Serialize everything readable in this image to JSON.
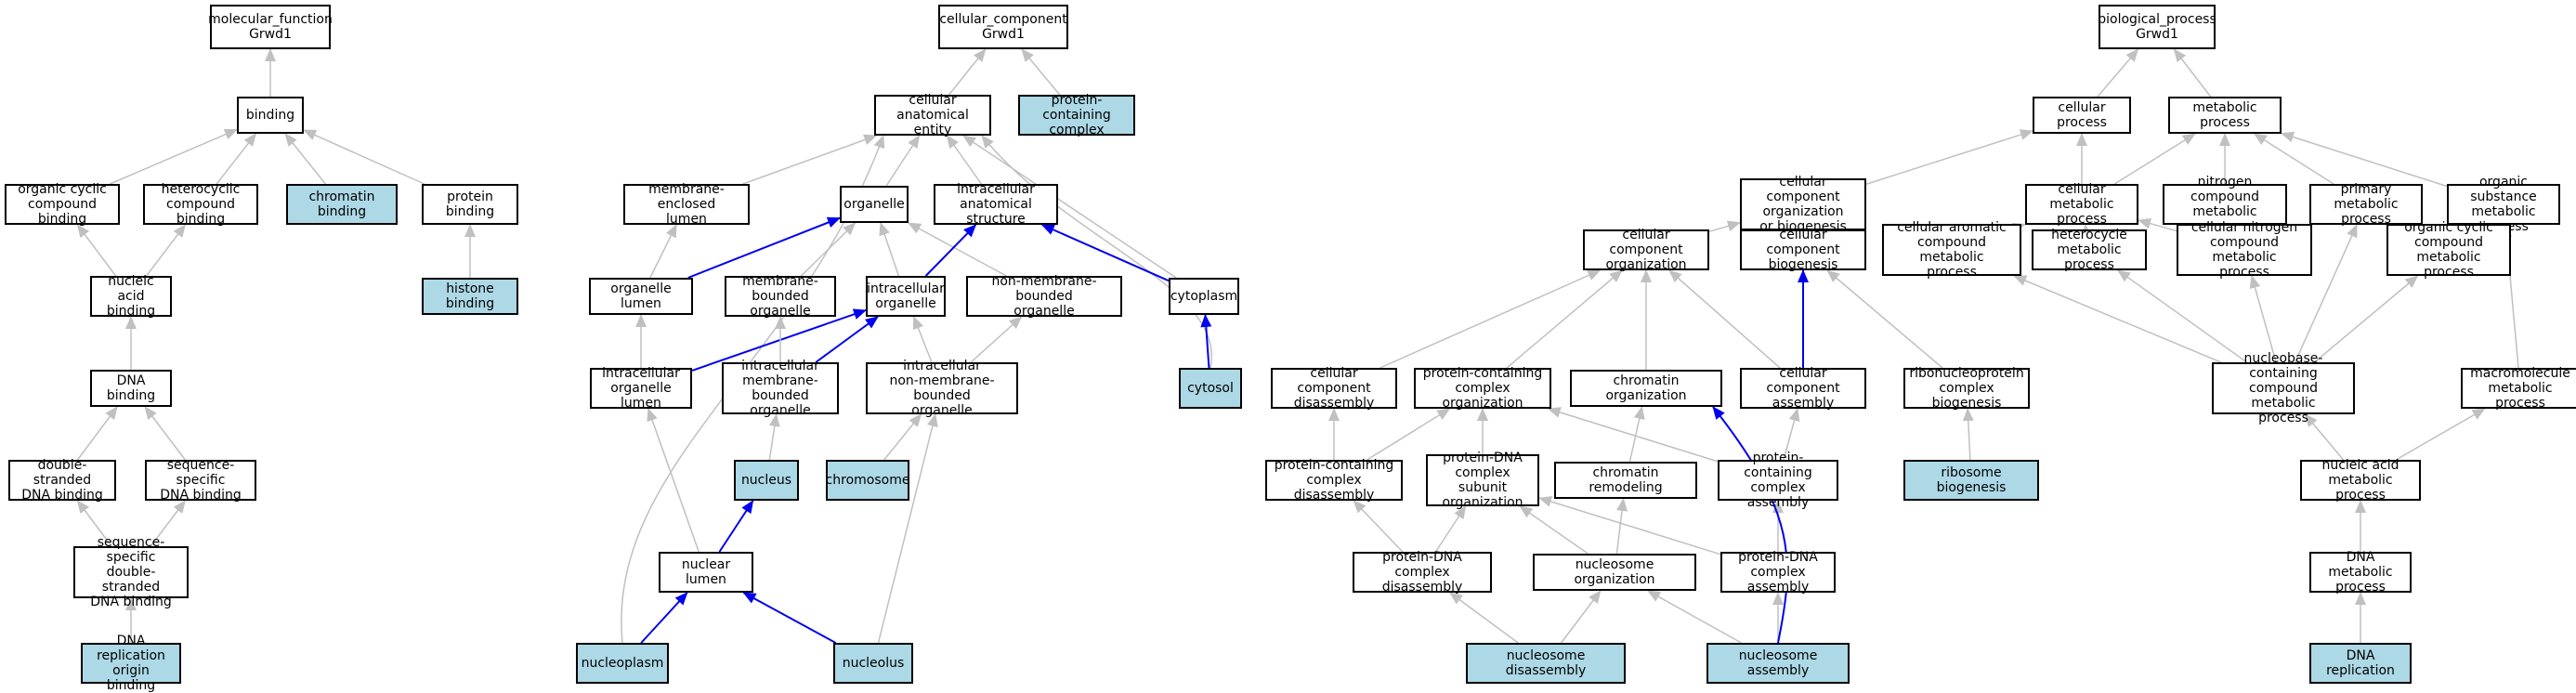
{
  "colors": {
    "node_fill": "#ffffff",
    "highlight_fill": "#add8e6",
    "node_border": "#000000",
    "edge_gray": "#c0c0c0",
    "edge_blue": "#0000ee"
  },
  "nodes": [
    {
      "id": "mf_root",
      "label": "molecular_function\nGrwd1",
      "highlight": false
    },
    {
      "id": "binding",
      "label": "binding",
      "highlight": false
    },
    {
      "id": "org_cyclic_binding",
      "label": "organic cyclic\ncompound binding",
      "highlight": false
    },
    {
      "id": "hetero_binding",
      "label": "heterocyclic\ncompound binding",
      "highlight": false
    },
    {
      "id": "chromatin_binding",
      "label": "chromatin binding",
      "highlight": true
    },
    {
      "id": "protein_binding",
      "label": "protein binding",
      "highlight": false
    },
    {
      "id": "histone_binding",
      "label": "histone binding",
      "highlight": true
    },
    {
      "id": "nucleic_acid_binding",
      "label": "nucleic acid\nbinding",
      "highlight": false
    },
    {
      "id": "dna_binding",
      "label": "DNA binding",
      "highlight": false
    },
    {
      "id": "ds_dna_binding",
      "label": "double-stranded\nDNA binding",
      "highlight": false
    },
    {
      "id": "seq_dna_binding",
      "label": "sequence-specific\nDNA binding",
      "highlight": false
    },
    {
      "id": "seq_ds_dna_binding",
      "label": "sequence-specific\ndouble-stranded\nDNA binding",
      "highlight": false
    },
    {
      "id": "dna_rep_origin_binding",
      "label": "DNA replication\norigin binding",
      "highlight": true
    },
    {
      "id": "cc_root",
      "label": "cellular_component\nGrwd1",
      "highlight": false
    },
    {
      "id": "cell_anat",
      "label": "cellular anatomical\nentity",
      "highlight": false
    },
    {
      "id": "protein_complex",
      "label": "protein-containing\ncomplex",
      "highlight": true
    },
    {
      "id": "membrane_lumen",
      "label": "membrane-enclosed\nlumen",
      "highlight": false
    },
    {
      "id": "organelle",
      "label": "organelle",
      "highlight": false
    },
    {
      "id": "intra_anat",
      "label": "intracellular\nanatomical structure",
      "highlight": false
    },
    {
      "id": "organelle_lumen",
      "label": "organelle lumen",
      "highlight": false
    },
    {
      "id": "membrane_bounded",
      "label": "membrane-bounded\norganelle",
      "highlight": false
    },
    {
      "id": "intra_organelle",
      "label": "intracellular\norganelle",
      "highlight": false
    },
    {
      "id": "non_membrane",
      "label": "non-membrane-bounded\norganelle",
      "highlight": false
    },
    {
      "id": "cytoplasm",
      "label": "cytoplasm",
      "highlight": false
    },
    {
      "id": "intra_organelle_lumen",
      "label": "intracellular\norganelle lumen",
      "highlight": false
    },
    {
      "id": "intra_membrane",
      "label": "intracellular\nmembrane-bounded\norganelle",
      "highlight": false
    },
    {
      "id": "intra_non_membrane",
      "label": "intracellular\nnon-membrane-bounded\norganelle",
      "highlight": false
    },
    {
      "id": "cytosol",
      "label": "cytosol",
      "highlight": true
    },
    {
      "id": "nucleus",
      "label": "nucleus",
      "highlight": true
    },
    {
      "id": "chromosome",
      "label": "chromosome",
      "highlight": true
    },
    {
      "id": "nuclear_lumen",
      "label": "nuclear lumen",
      "highlight": false
    },
    {
      "id": "nucleoplasm",
      "label": "nucleoplasm",
      "highlight": true
    },
    {
      "id": "nucleolus",
      "label": "nucleolus",
      "highlight": true
    },
    {
      "id": "bp_root",
      "label": "biological_process\nGrwd1",
      "highlight": false
    },
    {
      "id": "cellular_process",
      "label": "cellular process",
      "highlight": false
    },
    {
      "id": "metabolic_process",
      "label": "metabolic process",
      "highlight": false
    },
    {
      "id": "cc_org_biogenesis",
      "label": "cellular component\norganization\nor biogenesis",
      "highlight": false
    },
    {
      "id": "cell_metabolic",
      "label": "cellular metabolic\nprocess",
      "highlight": false
    },
    {
      "id": "nitrogen_metabolic",
      "label": "nitrogen compound\nmetabolic process",
      "highlight": false
    },
    {
      "id": "primary_metabolic",
      "label": "primary metabolic\nprocess",
      "highlight": false
    },
    {
      "id": "organic_subst_metabolic",
      "label": "organic substance\nmetabolic process",
      "highlight": false
    },
    {
      "id": "cc_organization",
      "label": "cellular component\norganization",
      "highlight": false
    },
    {
      "id": "cc_biogenesis",
      "label": "cellular component\nbiogenesis",
      "highlight": false
    },
    {
      "id": "cell_aromatic",
      "label": "cellular aromatic\ncompound metabolic\nprocess",
      "highlight": false
    },
    {
      "id": "heterocycle_metabolic",
      "label": "heterocycle\nmetabolic process",
      "highlight": false
    },
    {
      "id": "cell_nitrogen",
      "label": "cellular nitrogen\ncompound metabolic\nprocess",
      "highlight": false
    },
    {
      "id": "organic_cyclic_metabolic",
      "label": "organic cyclic\ncompound metabolic\nprocess",
      "highlight": false
    },
    {
      "id": "cc_disassembly",
      "label": "cellular component\ndisassembly",
      "highlight": false
    },
    {
      "id": "pc_organization",
      "label": "protein-containing\ncomplex organization",
      "highlight": false
    },
    {
      "id": "chromatin_org",
      "label": "chromatin organization",
      "highlight": false
    },
    {
      "id": "cc_assembly",
      "label": "cellular component\nassembly",
      "highlight": false
    },
    {
      "id": "ribonucleoprotein",
      "label": "ribonucleoprotein\ncomplex biogenesis",
      "highlight": false
    },
    {
      "id": "nucleobase",
      "label": "nucleobase-containing\ncompound metabolic\nprocess",
      "highlight": false
    },
    {
      "id": "macromolecule",
      "label": "macromolecule\nmetabolic process",
      "highlight": false
    },
    {
      "id": "pc_disassembly",
      "label": "protein-containing\ncomplex disassembly",
      "highlight": false
    },
    {
      "id": "pdna_subunit",
      "label": "protein-DNA\ncomplex subunit\norganization",
      "highlight": false
    },
    {
      "id": "chromatin_remodeling",
      "label": "chromatin remodeling",
      "highlight": false
    },
    {
      "id": "pc_assembly",
      "label": "protein-containing\ncomplex assembly",
      "highlight": false
    },
    {
      "id": "ribosome_biogenesis",
      "label": "ribosome biogenesis",
      "highlight": true
    },
    {
      "id": "nucleic_acid_metabolic",
      "label": "nucleic acid\nmetabolic process",
      "highlight": false
    },
    {
      "id": "pdna_disassembly",
      "label": "protein-DNA\ncomplex disassembly",
      "highlight": false
    },
    {
      "id": "nucleosome_org",
      "label": "nucleosome organization",
      "highlight": false
    },
    {
      "id": "pdna_assembly",
      "label": "protein-DNA\ncomplex assembly",
      "highlight": false
    },
    {
      "id": "dna_metabolic",
      "label": "DNA metabolic\nprocess",
      "highlight": false
    },
    {
      "id": "nucleosome_disassembly",
      "label": "nucleosome disassembly",
      "highlight": true
    },
    {
      "id": "nucleosome_assembly",
      "label": "nucleosome assembly",
      "highlight": true
    },
    {
      "id": "dna_replication",
      "label": "DNA replication",
      "highlight": true
    }
  ],
  "edges": [
    {
      "from": "binding",
      "to": "mf_root",
      "color": "gray"
    },
    {
      "from": "org_cyclic_binding",
      "to": "binding",
      "color": "gray"
    },
    {
      "from": "hetero_binding",
      "to": "binding",
      "color": "gray"
    },
    {
      "from": "chromatin_binding",
      "to": "binding",
      "color": "gray"
    },
    {
      "from": "protein_binding",
      "to": "binding",
      "color": "gray"
    },
    {
      "from": "histone_binding",
      "to": "protein_binding",
      "color": "gray"
    },
    {
      "from": "nucleic_acid_binding",
      "to": "org_cyclic_binding",
      "color": "gray"
    },
    {
      "from": "nucleic_acid_binding",
      "to": "hetero_binding",
      "color": "gray"
    },
    {
      "from": "dna_binding",
      "to": "nucleic_acid_binding",
      "color": "gray"
    },
    {
      "from": "ds_dna_binding",
      "to": "dna_binding",
      "color": "gray"
    },
    {
      "from": "seq_dna_binding",
      "to": "dna_binding",
      "color": "gray"
    },
    {
      "from": "seq_ds_dna_binding",
      "to": "ds_dna_binding",
      "color": "gray"
    },
    {
      "from": "seq_ds_dna_binding",
      "to": "seq_dna_binding",
      "color": "gray"
    },
    {
      "from": "dna_rep_origin_binding",
      "to": "seq_ds_dna_binding",
      "color": "gray"
    },
    {
      "from": "cell_anat",
      "to": "cc_root",
      "color": "gray"
    },
    {
      "from": "protein_complex",
      "to": "cc_root",
      "color": "gray"
    },
    {
      "from": "membrane_lumen",
      "to": "cell_anat",
      "color": "gray"
    },
    {
      "from": "organelle",
      "to": "cell_anat",
      "color": "gray"
    },
    {
      "from": "intra_anat",
      "to": "cell_anat",
      "color": "gray"
    },
    {
      "from": "cytoplasm",
      "to": "cell_anat",
      "color": "gray"
    },
    {
      "from": "nucleoplasm",
      "to": "cell_anat",
      "color": "gray",
      "curve": "left"
    },
    {
      "from": "cytosol",
      "to": "cell_anat",
      "color": "gray",
      "curve": "right"
    },
    {
      "from": "organelle_lumen",
      "to": "membrane_lumen",
      "color": "gray"
    },
    {
      "from": "organelle_lumen",
      "to": "organelle",
      "color": "blue"
    },
    {
      "from": "membrane_bounded",
      "to": "organelle",
      "color": "gray"
    },
    {
      "from": "intra_organelle",
      "to": "organelle",
      "color": "gray"
    },
    {
      "from": "non_membrane",
      "to": "organelle",
      "color": "gray"
    },
    {
      "from": "intra_organelle",
      "to": "intra_anat",
      "color": "blue"
    },
    {
      "from": "cytoplasm",
      "to": "intra_anat",
      "color": "blue"
    },
    {
      "from": "intra_organelle_lumen",
      "to": "organelle_lumen",
      "color": "gray"
    },
    {
      "from": "intra_organelle_lumen",
      "to": "intra_organelle",
      "color": "blue"
    },
    {
      "from": "intra_membrane",
      "to": "membrane_bounded",
      "color": "gray"
    },
    {
      "from": "intra_membrane",
      "to": "intra_organelle",
      "color": "blue"
    },
    {
      "from": "intra_non_membrane",
      "to": "intra_organelle",
      "color": "gray"
    },
    {
      "from": "intra_non_membrane",
      "to": "non_membrane",
      "color": "gray"
    },
    {
      "from": "cytosol",
      "to": "cytoplasm",
      "color": "blue"
    },
    {
      "from": "nucleus",
      "to": "intra_membrane",
      "color": "gray"
    },
    {
      "from": "chromosome",
      "to": "intra_non_membrane",
      "color": "gray"
    },
    {
      "from": "nuclear_lumen",
      "to": "intra_organelle_lumen",
      "color": "gray"
    },
    {
      "from": "nuclear_lumen",
      "to": "nucleus",
      "color": "blue"
    },
    {
      "from": "nucleoplasm",
      "to": "nuclear_lumen",
      "color": "blue"
    },
    {
      "from": "nucleolus",
      "to": "nuclear_lumen",
      "color": "blue"
    },
    {
      "from": "nucleolus",
      "to": "intra_non_membrane",
      "color": "gray"
    },
    {
      "from": "cellular_process",
      "to": "bp_root",
      "color": "gray"
    },
    {
      "from": "metabolic_process",
      "to": "bp_root",
      "color": "gray"
    },
    {
      "from": "cc_org_biogenesis",
      "to": "cellular_process",
      "color": "gray"
    },
    {
      "from": "cell_metabolic",
      "to": "cellular_process",
      "color": "gray"
    },
    {
      "from": "cell_metabolic",
      "to": "metabolic_process",
      "color": "gray"
    },
    {
      "from": "nitrogen_metabolic",
      "to": "metabolic_process",
      "color": "gray"
    },
    {
      "from": "primary_metabolic",
      "to": "metabolic_process",
      "color": "gray"
    },
    {
      "from": "organic_subst_metabolic",
      "to": "metabolic_process",
      "color": "gray"
    },
    {
      "from": "cc_organization",
      "to": "cc_org_biogenesis",
      "color": "gray"
    },
    {
      "from": "cc_biogenesis",
      "to": "cc_org_biogenesis",
      "color": "gray"
    },
    {
      "from": "cell_aromatic",
      "to": "cell_metabolic",
      "color": "gray"
    },
    {
      "from": "heterocycle_metabolic",
      "to": "cell_metabolic",
      "color": "gray"
    },
    {
      "from": "cell_nitrogen",
      "to": "cell_metabolic",
      "color": "gray"
    },
    {
      "from": "cell_nitrogen",
      "to": "nitrogen_metabolic",
      "color": "gray"
    },
    {
      "from": "organic_cyclic_metabolic",
      "to": "organic_subst_metabolic",
      "color": "gray"
    },
    {
      "from": "macromolecule",
      "to": "organic_subst_metabolic",
      "color": "gray"
    },
    {
      "from": "cc_disassembly",
      "to": "cc_organization",
      "color": "gray"
    },
    {
      "from": "pc_organization",
      "to": "cc_organization",
      "color": "gray"
    },
    {
      "from": "chromatin_org",
      "to": "cc_organization",
      "color": "gray"
    },
    {
      "from": "cc_assembly",
      "to": "cc_organization",
      "color": "gray"
    },
    {
      "from": "cc_assembly",
      "to": "cc_biogenesis",
      "color": "blue"
    },
    {
      "from": "ribonucleoprotein",
      "to": "cc_biogenesis",
      "color": "gray"
    },
    {
      "from": "nucleobase",
      "to": "cell_aromatic",
      "color": "gray"
    },
    {
      "from": "nucleobase",
      "to": "heterocycle_metabolic",
      "color": "gray"
    },
    {
      "from": "nucleobase",
      "to": "cell_nitrogen",
      "color": "gray"
    },
    {
      "from": "nucleobase",
      "to": "organic_cyclic_metabolic",
      "color": "gray"
    },
    {
      "from": "nucleobase",
      "to": "primary_metabolic",
      "color": "gray"
    },
    {
      "from": "pc_disassembly",
      "to": "cc_disassembly",
      "color": "gray"
    },
    {
      "from": "pc_disassembly",
      "to": "pc_organization",
      "color": "gray"
    },
    {
      "from": "pdna_subunit",
      "to": "pc_organization",
      "color": "gray"
    },
    {
      "from": "pc_assembly",
      "to": "pc_organization",
      "color": "gray"
    },
    {
      "from": "chromatin_remodeling",
      "to": "chromatin_org",
      "color": "gray"
    },
    {
      "from": "pc_assembly",
      "to": "cc_assembly",
      "color": "gray"
    },
    {
      "from": "ribosome_biogenesis",
      "to": "ribonucleoprotein",
      "color": "gray"
    },
    {
      "from": "nucleic_acid_metabolic",
      "to": "nucleobase",
      "color": "gray"
    },
    {
      "from": "nucleic_acid_metabolic",
      "to": "macromolecule",
      "color": "gray"
    },
    {
      "from": "pdna_disassembly",
      "to": "pc_disassembly",
      "color": "gray"
    },
    {
      "from": "pdna_disassembly",
      "to": "pdna_subunit",
      "color": "gray"
    },
    {
      "from": "nucleosome_org",
      "to": "pdna_subunit",
      "color": "gray"
    },
    {
      "from": "nucleosome_org",
      "to": "chromatin_remodeling",
      "color": "gray"
    },
    {
      "from": "pdna_assembly",
      "to": "pdna_subunit",
      "color": "gray"
    },
    {
      "from": "pdna_assembly",
      "to": "pc_assembly",
      "color": "gray"
    },
    {
      "from": "dna_metabolic",
      "to": "nucleic_acid_metabolic",
      "color": "gray"
    },
    {
      "from": "nucleosome_disassembly",
      "to": "pdna_disassembly",
      "color": "gray"
    },
    {
      "from": "nucleosome_disassembly",
      "to": "nucleosome_org",
      "color": "gray"
    },
    {
      "from": "nucleosome_assembly",
      "to": "nucleosome_org",
      "color": "gray"
    },
    {
      "from": "nucleosome_assembly",
      "to": "pdna_assembly",
      "color": "gray"
    },
    {
      "from": "nucleosome_assembly",
      "to": "chromatin_org",
      "color": "blue",
      "curve": "right"
    },
    {
      "from": "dna_replication",
      "to": "dna_metabolic",
      "color": "gray"
    }
  ]
}
